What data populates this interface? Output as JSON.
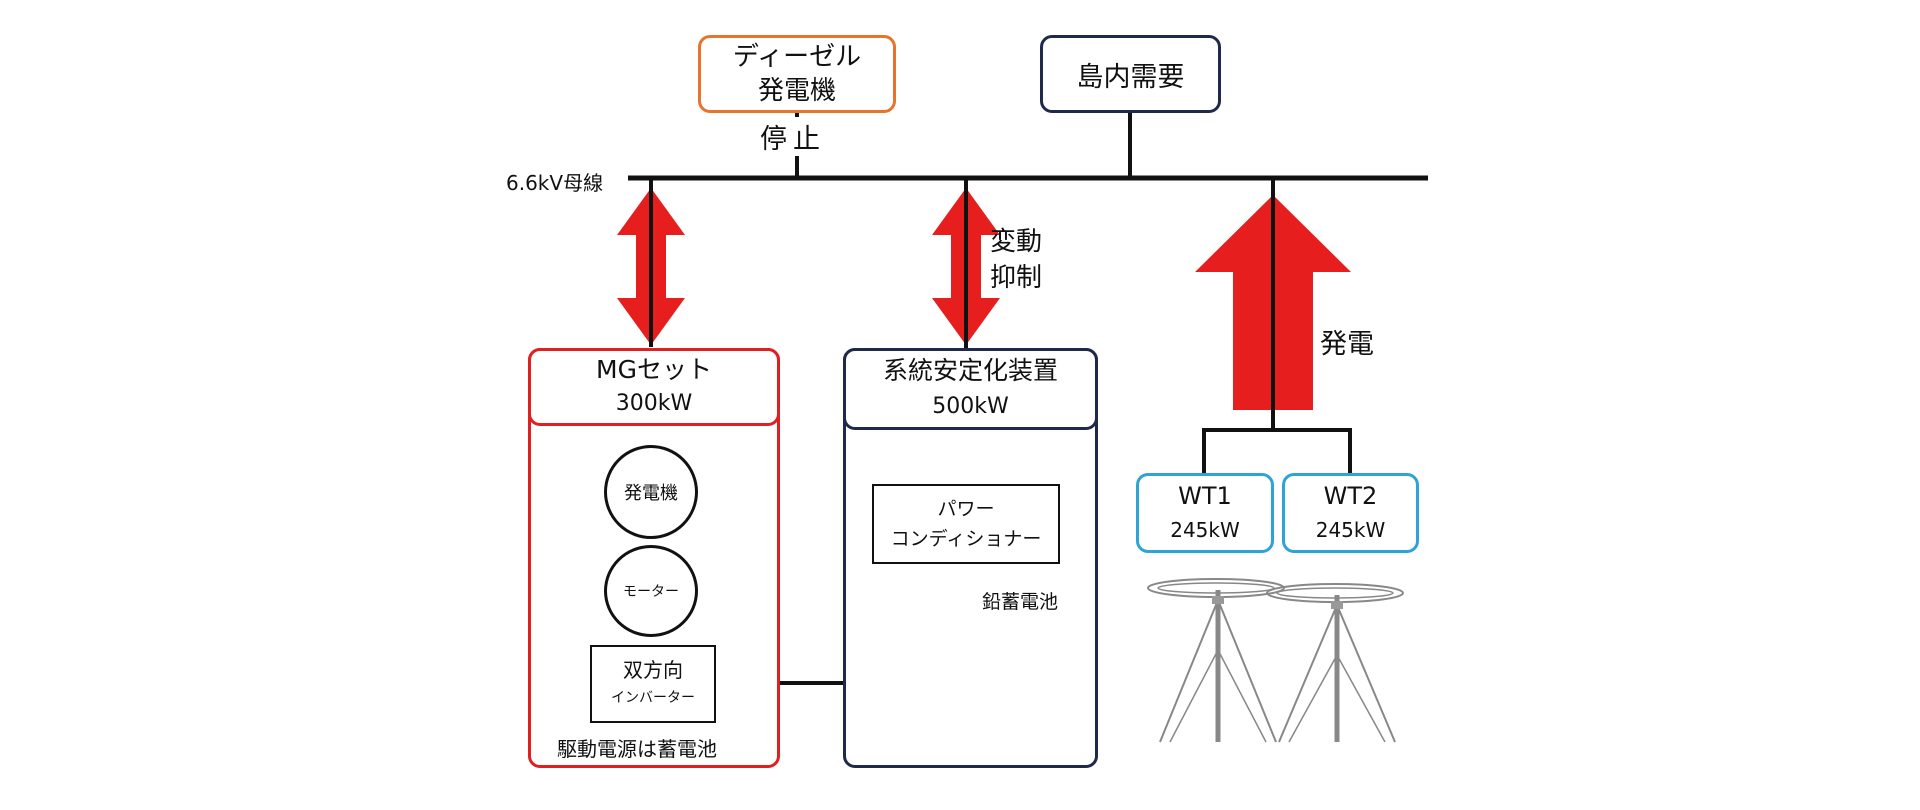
{
  "diesel": {
    "line1": "ディーゼル",
    "line2": "発電機",
    "status": "停止",
    "color": "#e8732a"
  },
  "demand": {
    "label": "島内需要",
    "color": "#1f2a4a"
  },
  "busbar": {
    "label": "6.6kV母線"
  },
  "stabilize": {
    "line1": "変動",
    "line2": "抑制"
  },
  "generation": {
    "label": "発電"
  },
  "mg_set": {
    "title": "MGセット",
    "capacity": "300kW",
    "color": "#e02020",
    "generator": "発電機",
    "motor": "モーター",
    "inverter_line1": "双方向",
    "inverter_line2": "インバーター",
    "note": "駆動電源は蓄電池"
  },
  "stabilizer": {
    "title": "系統安定化装置",
    "capacity": "500kW",
    "color": "#1f2a4a",
    "pcs_line1": "パワー",
    "pcs_line2": "コンディショナー",
    "battery": "鉛蓄電池"
  },
  "wt1": {
    "name": "WT1",
    "capacity": "245kW"
  },
  "wt2": {
    "name": "WT2",
    "capacity": "245kW"
  },
  "wt_color": "#2ea3d6",
  "arrow_color": "#e61e1e"
}
